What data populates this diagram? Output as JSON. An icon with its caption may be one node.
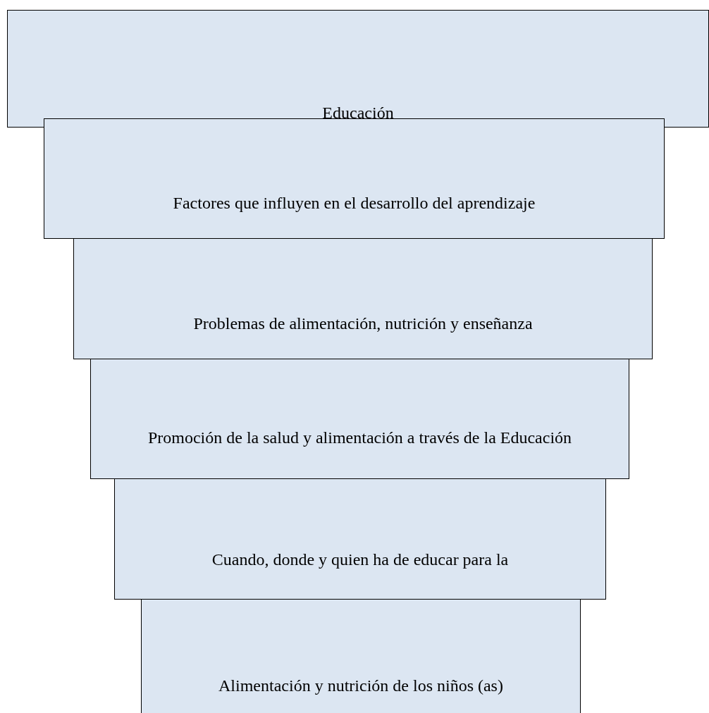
{
  "diagram": {
    "nodes": [
      {
        "text": [
          "Educación"
        ]
      },
      {
        "text": [
          "Factores que influyen en el desarrollo del aprendizaje"
        ]
      },
      {
        "text": [
          "Problemas de alimentación, nutrición y enseñanza"
        ]
      },
      {
        "text": [
          "Promoción de la salud y alimentación a través de la Educación"
        ]
      },
      {
        "text": [
          "Cuando, donde y quien ha de educar para la"
        ]
      },
      {
        "text": [
          "Alimentación y nutrición de los niños (as)"
        ]
      }
    ]
  }
}
